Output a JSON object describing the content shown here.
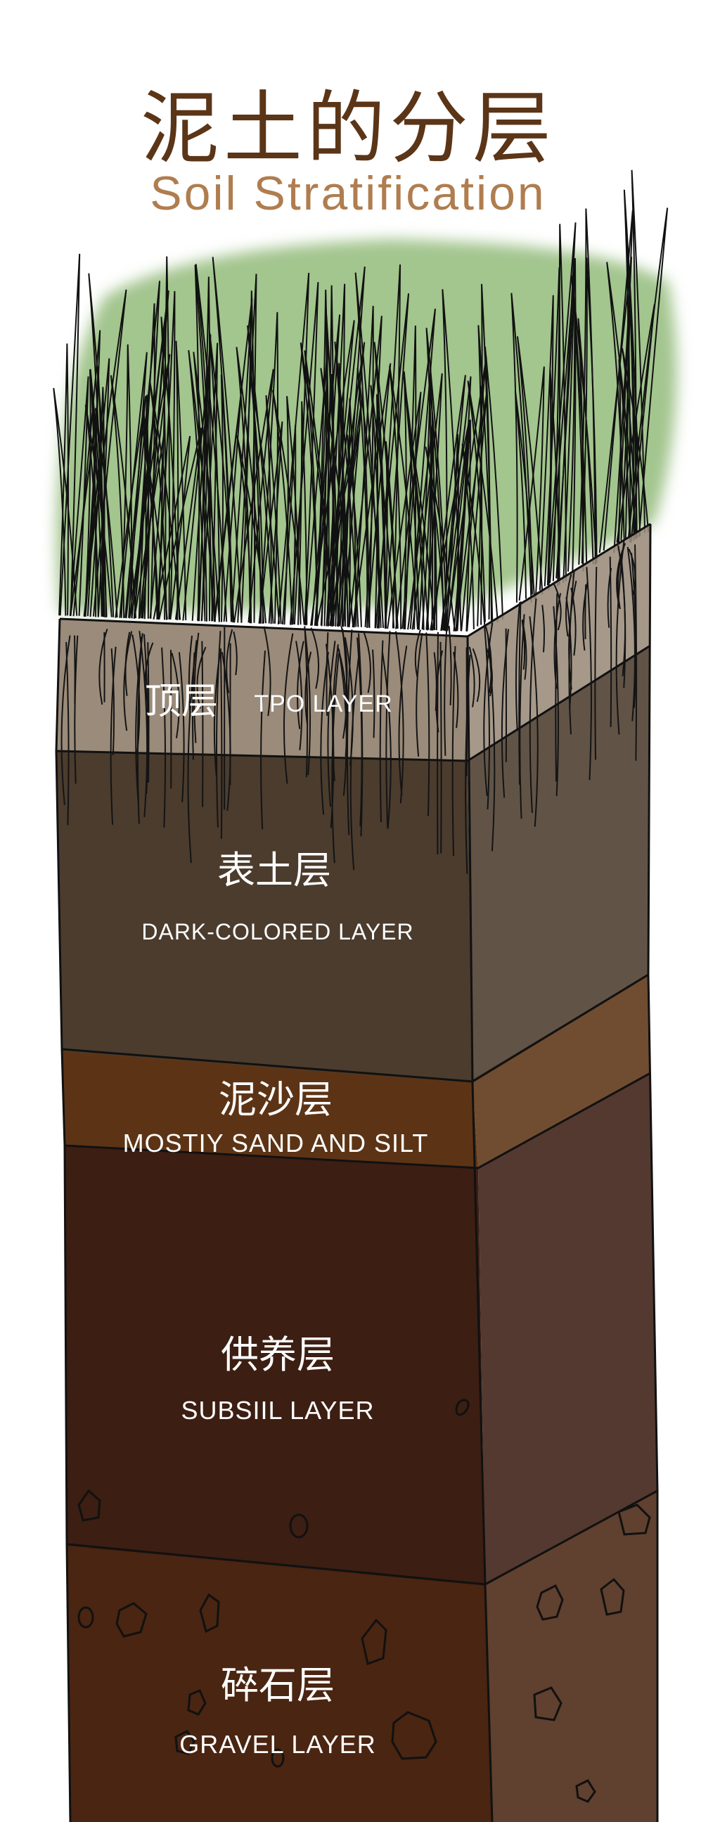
{
  "title": {
    "cn": "泥土的分层",
    "en": "Soil Stratification"
  },
  "colors": {
    "title_cn": "#5b3517",
    "title_en": "#b07d4f",
    "grass": "#a3c58e",
    "layer_top": "#9a8b7a",
    "layer_dark": "#4b3c2e",
    "layer_sand": "#5c3415",
    "layer_subsoil": "#3c1e13",
    "layer_gravel": "#4a2511"
  },
  "layers": [
    {
      "cn": "顶层",
      "en": "TPO LAYER"
    },
    {
      "cn": "表土层",
      "en": "DARK-COLORED  LAYER"
    },
    {
      "cn": "泥沙层",
      "en": "MOSTIY SAND AND SILT"
    },
    {
      "cn": "供养层",
      "en": "SUBSIIL LAYER"
    },
    {
      "cn": "碎石层",
      "en": "GRAVEL  LAYER"
    }
  ]
}
